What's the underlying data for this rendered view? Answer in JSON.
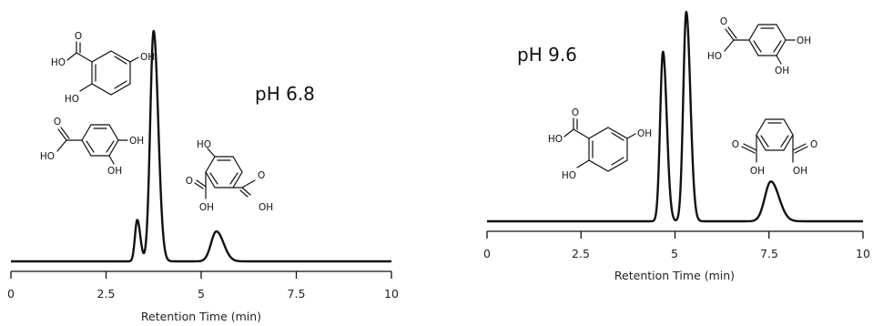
{
  "chart_data": [
    {
      "type": "line",
      "title": "pH 6.8",
      "xlabel": "Retention Time (min)",
      "ylabel": "",
      "xlim": [
        0,
        10
      ],
      "xticks": [
        0,
        2.5,
        5,
        7.5,
        10
      ],
      "xtick_labels": [
        "0",
        "2.5",
        "5",
        "7.5",
        "10"
      ],
      "peaks": [
        {
          "rt": 3.32,
          "height": 0.18,
          "width": 0.06
        },
        {
          "rt": 3.75,
          "height": 1.0,
          "width": 0.09
        },
        {
          "rt": 5.4,
          "height": 0.13,
          "width": 0.14
        }
      ],
      "structures": [
        {
          "labels": {
            "cooh_o": "O",
            "cooh_oh": "HO",
            "ring_oh": "HO",
            "para_oh": "OH"
          }
        },
        {
          "labels": {
            "cooh_o": "O",
            "cooh_oh": "HO",
            "oh1": "OH",
            "oh2": "OH"
          }
        },
        {
          "labels": {
            "top_oh": "HO",
            "cooh1_o": "O",
            "cooh1_oh": "OH",
            "cooh2_o": "O",
            "cooh2_oh": "OH"
          }
        }
      ]
    },
    {
      "type": "line",
      "title": "pH 9.6",
      "xlabel": "Retention Time (min)",
      "ylabel": "",
      "xlim": [
        0,
        10
      ],
      "xticks": [
        0,
        2.5,
        5,
        7.5,
        10
      ],
      "xtick_labels": [
        "0",
        "2.5",
        "5",
        "7.5",
        "10"
      ],
      "peaks": [
        {
          "rt": 4.68,
          "height": 0.81,
          "width": 0.075
        },
        {
          "rt": 5.3,
          "height": 1.0,
          "width": 0.08
        },
        {
          "rt": 7.55,
          "height": 0.19,
          "width": 0.16
        }
      ],
      "structures": [
        {
          "labels": {
            "cooh_o": "O",
            "cooh_oh": "HO",
            "oh1": "OH",
            "oh2": "OH"
          }
        },
        {
          "labels": {
            "cooh_o": "O",
            "cooh_oh": "HO",
            "ring_oh": "HO",
            "para_oh": "OH"
          }
        },
        {
          "labels": {
            "cooh1_o": "O",
            "cooh1_oh": "OH",
            "cooh2_o": "O",
            "cooh2_oh": "OH"
          }
        }
      ]
    }
  ]
}
